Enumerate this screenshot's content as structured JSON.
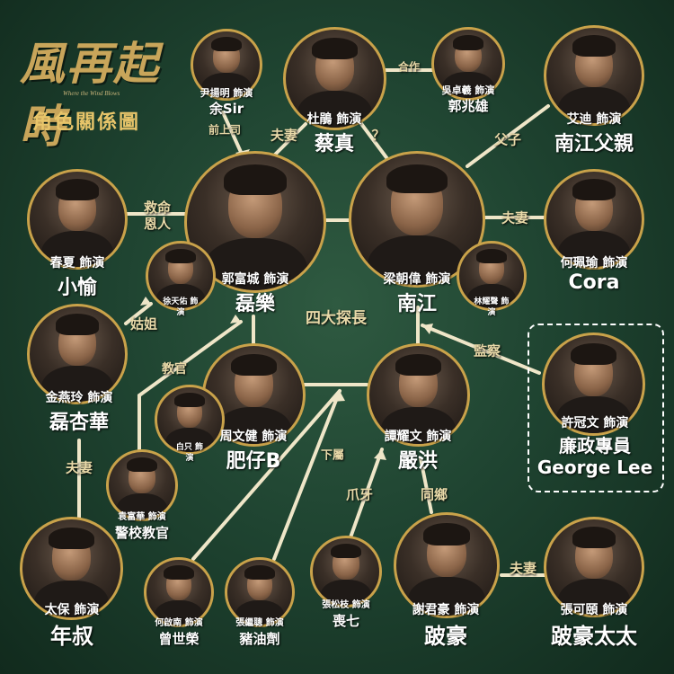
{
  "logo_text": "風再起時",
  "logo_subtitle": "Where the Wind Blows",
  "chart_title": "角色關係圖",
  "characters": {
    "yu_sir": {
      "actor": "尹揚明 飾演",
      "role": "余Sir"
    },
    "choi_chun": {
      "actor": "杜鵑 飾演",
      "role": "蔡真"
    },
    "kwok_siu_hung": {
      "actor": "吳卓羲 飾演",
      "role": "郭兆雄"
    },
    "nam_kong_father": {
      "actor": "艾迪 飾演",
      "role": "南江父親"
    },
    "chun_ha": {
      "actor": "春夏 飾演",
      "role": "小愉"
    },
    "lui_lok": {
      "actor": "郭富城 飾演",
      "role": "磊樂"
    },
    "tsui_tin_yau": {
      "actor": "徐天佑 飾演",
      "role": ""
    },
    "nam_kong": {
      "actor": "梁朝偉 飾演",
      "role": "南江"
    },
    "lam_yiu_sing": {
      "actor": "林耀聲 飾演",
      "role": ""
    },
    "cora": {
      "actor": "何珮瑜 飾演",
      "role": "Cora"
    },
    "lui_hang_wah": {
      "actor": "金燕玲 飾演",
      "role": "磊杏華"
    },
    "fei_chai_b": {
      "actor": "周文健 飾演",
      "role": "肥仔B"
    },
    "bai_bei": {
      "actor": "白只 飾演",
      "role": ""
    },
    "yim_hung": {
      "actor": "譚耀文 飾演",
      "role": "嚴洪"
    },
    "george_lee": {
      "actor": "許冠文 飾演",
      "role_line1": "廉政專員",
      "role_line2": "George Lee"
    },
    "police_instructor": {
      "actor": "袁富華 飾演",
      "role": "警校教官"
    },
    "uncle_nin": {
      "actor": "太保 飾演",
      "role": "年叔"
    },
    "tsang_sai_wing": {
      "actor": "何啟南 飾演",
      "role": "曾世榮"
    },
    "pig_oil": {
      "actor": "張繼聰 飾演",
      "role": "豬油劑"
    },
    "song_chat": {
      "actor": "張松枝 飾演",
      "role": "喪七"
    },
    "lame_ho": {
      "actor": "謝君豪 飾演",
      "role": "跛豪"
    },
    "lame_ho_wife": {
      "actor": "張可頤 飾演",
      "role": "跛豪太太"
    }
  },
  "relations": {
    "former_superior": "前上司",
    "spouse_1": "夫妻",
    "question": "？",
    "partner": "合作",
    "father_son": "父子",
    "saviour": "救命恩人",
    "spouse_2": "夫妻",
    "aunt_nephew": "姑姐",
    "four_chiefs": "四大探長",
    "surveillance": "監察",
    "instructor": "教官",
    "subordinate": "下屬",
    "spouse_3": "夫妻",
    "henchman": "爪牙",
    "fellow_villager": "同鄉",
    "spouse_4": "夫妻"
  },
  "colors": {
    "accent": "#c9a24a",
    "line": "#efe6c8",
    "background": "#1f4431"
  }
}
